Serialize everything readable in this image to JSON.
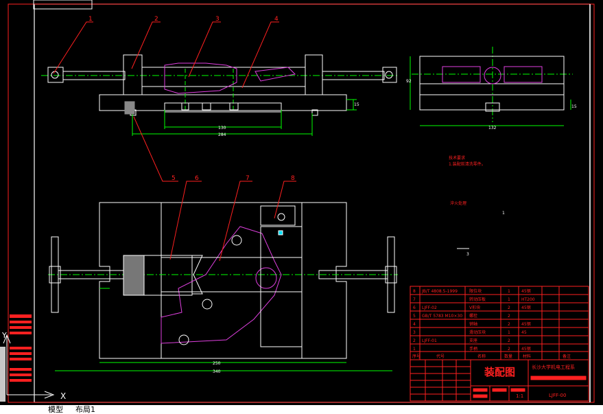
{
  "balloons": [
    "1",
    "2",
    "3",
    "4",
    "5",
    "6",
    "7",
    "8"
  ],
  "top_dims": {
    "d1": "130",
    "d2": "284",
    "d3": "15",
    "right_w": "132",
    "right_h": "92",
    "right_b": "15"
  },
  "plan_dims": {
    "d1": "250",
    "d2": "340"
  },
  "notes": {
    "tech_title": "技术要求",
    "tech_line": "1.装配前清洗零件。",
    "heat": "淬火处理"
  },
  "misc_marks": [
    "1",
    "3"
  ],
  "bom_rows": [
    {
      "no": "8",
      "code": "JB/T 4808.5-1999",
      "name": "限位块",
      "qty": "1",
      "mat": "45钢"
    },
    {
      "no": "7",
      "code": "",
      "name": "转动压板",
      "qty": "1",
      "mat": "HT200"
    },
    {
      "no": "6",
      "code": "LJFF-02",
      "name": "V形块",
      "qty": "2",
      "mat": "45钢"
    },
    {
      "no": "5",
      "code": "GB/T 5783 M10×30",
      "name": "螺栓",
      "qty": "2",
      "mat": ""
    },
    {
      "no": "4",
      "code": "",
      "name": "销轴",
      "qty": "2",
      "mat": "45钢"
    },
    {
      "no": "3",
      "code": "",
      "name": "滑动压块",
      "qty": "1",
      "mat": "45"
    },
    {
      "no": "2",
      "code": "LJFF-01",
      "name": "支座",
      "qty": "2",
      "mat": ""
    },
    {
      "no": "1",
      "code": "",
      "name": "手柄",
      "qty": "2",
      "mat": "45钢"
    }
  ],
  "bom_header": {
    "no": "序号",
    "code": "代号",
    "name": "名称",
    "qty": "数量",
    "mat": "材料",
    "note": "备注"
  },
  "title_block": {
    "title": "装配图",
    "school": "长沙大学机电工程系",
    "scale": "1:1",
    "drawing_no": "LJFF-00"
  },
  "axis": {
    "y": "Y",
    "x": "X"
  },
  "tabs": [
    "模型",
    "布局1"
  ]
}
